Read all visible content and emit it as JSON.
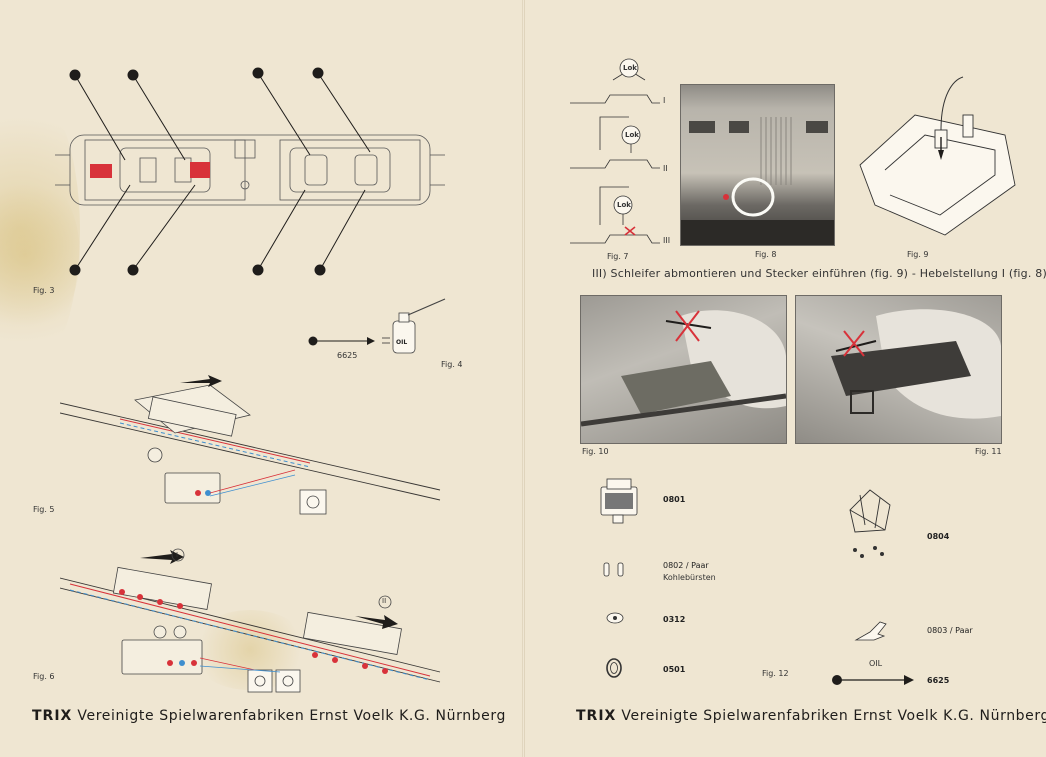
{
  "figures": {
    "fig3": "Fig. 3",
    "fig4": "Fig. 4",
    "fig5": "Fig. 5",
    "fig6": "Fig. 6",
    "fig7": "Fig. 7",
    "fig8": "Fig. 8",
    "fig9": "Fig. 9",
    "fig10": "Fig. 10",
    "fig11": "Fig. 11",
    "fig12": "Fig. 12"
  },
  "fig4": {
    "part_code": "6625",
    "bottle_label": "OIL"
  },
  "fig7": {
    "badge": "Lok",
    "levels": [
      "I",
      "II",
      "III"
    ]
  },
  "fig6": {
    "marker_1": "I",
    "marker_2": "II"
  },
  "caption_fig9": "III) Schleifer abmontieren und Stecker einführen (fig. 9) - Hebelstellung I (fig. 8)",
  "parts": {
    "p0801": "0801",
    "p0802": "0802 / Paar",
    "p0802_desc": "Kohlebürsten",
    "p0312": "0312",
    "p0501": "0501",
    "p0804": "0804",
    "p0803": "0803 / Paar",
    "oil_label": "OIL",
    "p6625": "6625"
  },
  "footer": {
    "brand": "TRIX",
    "text": "Vereinigte Spielwarenfabriken Ernst Voelk K.G. Nürnberg"
  },
  "colors": {
    "paper": "#efe6d2",
    "ink": "#2a2724",
    "red": "#d8323a",
    "blue": "#3f8fcf",
    "stain": "#d6be78"
  }
}
